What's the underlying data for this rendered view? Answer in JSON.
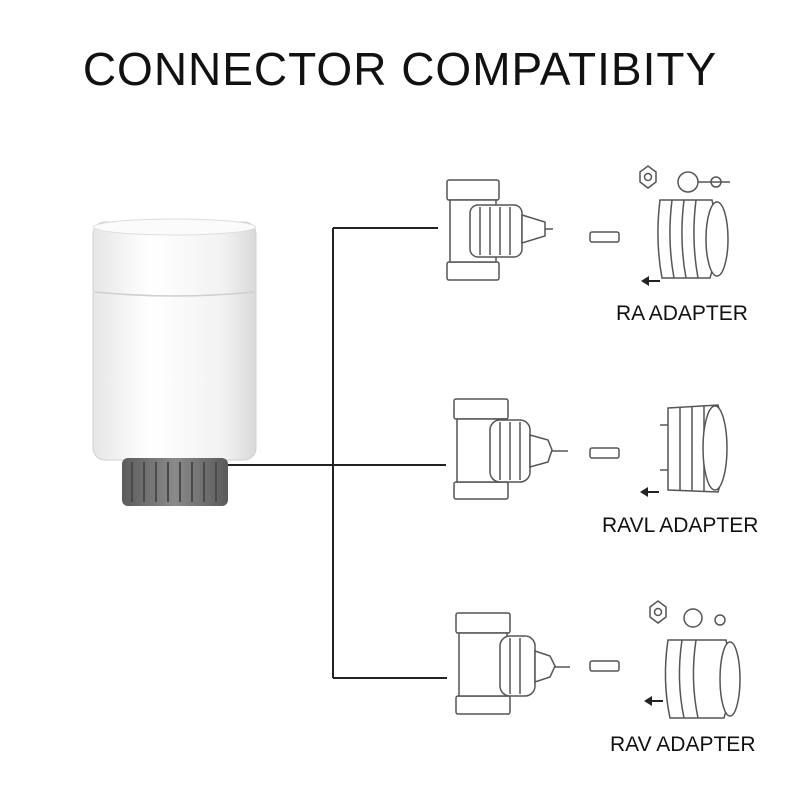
{
  "title": "CONNECTOR COMPATIBITY",
  "adapters": [
    {
      "label": "RA ADAPTER"
    },
    {
      "label": "RAVL ADAPTER"
    },
    {
      "label": "RAV ADAPTER"
    }
  ],
  "colors": {
    "line": "#222222",
    "body": "#f4f4f4",
    "ring": "#6f6f6f",
    "sketch": "#555555"
  },
  "icons": [
    "thermostat-head",
    "valve-body",
    "pin",
    "adapter-ring",
    "arrow-left"
  ]
}
